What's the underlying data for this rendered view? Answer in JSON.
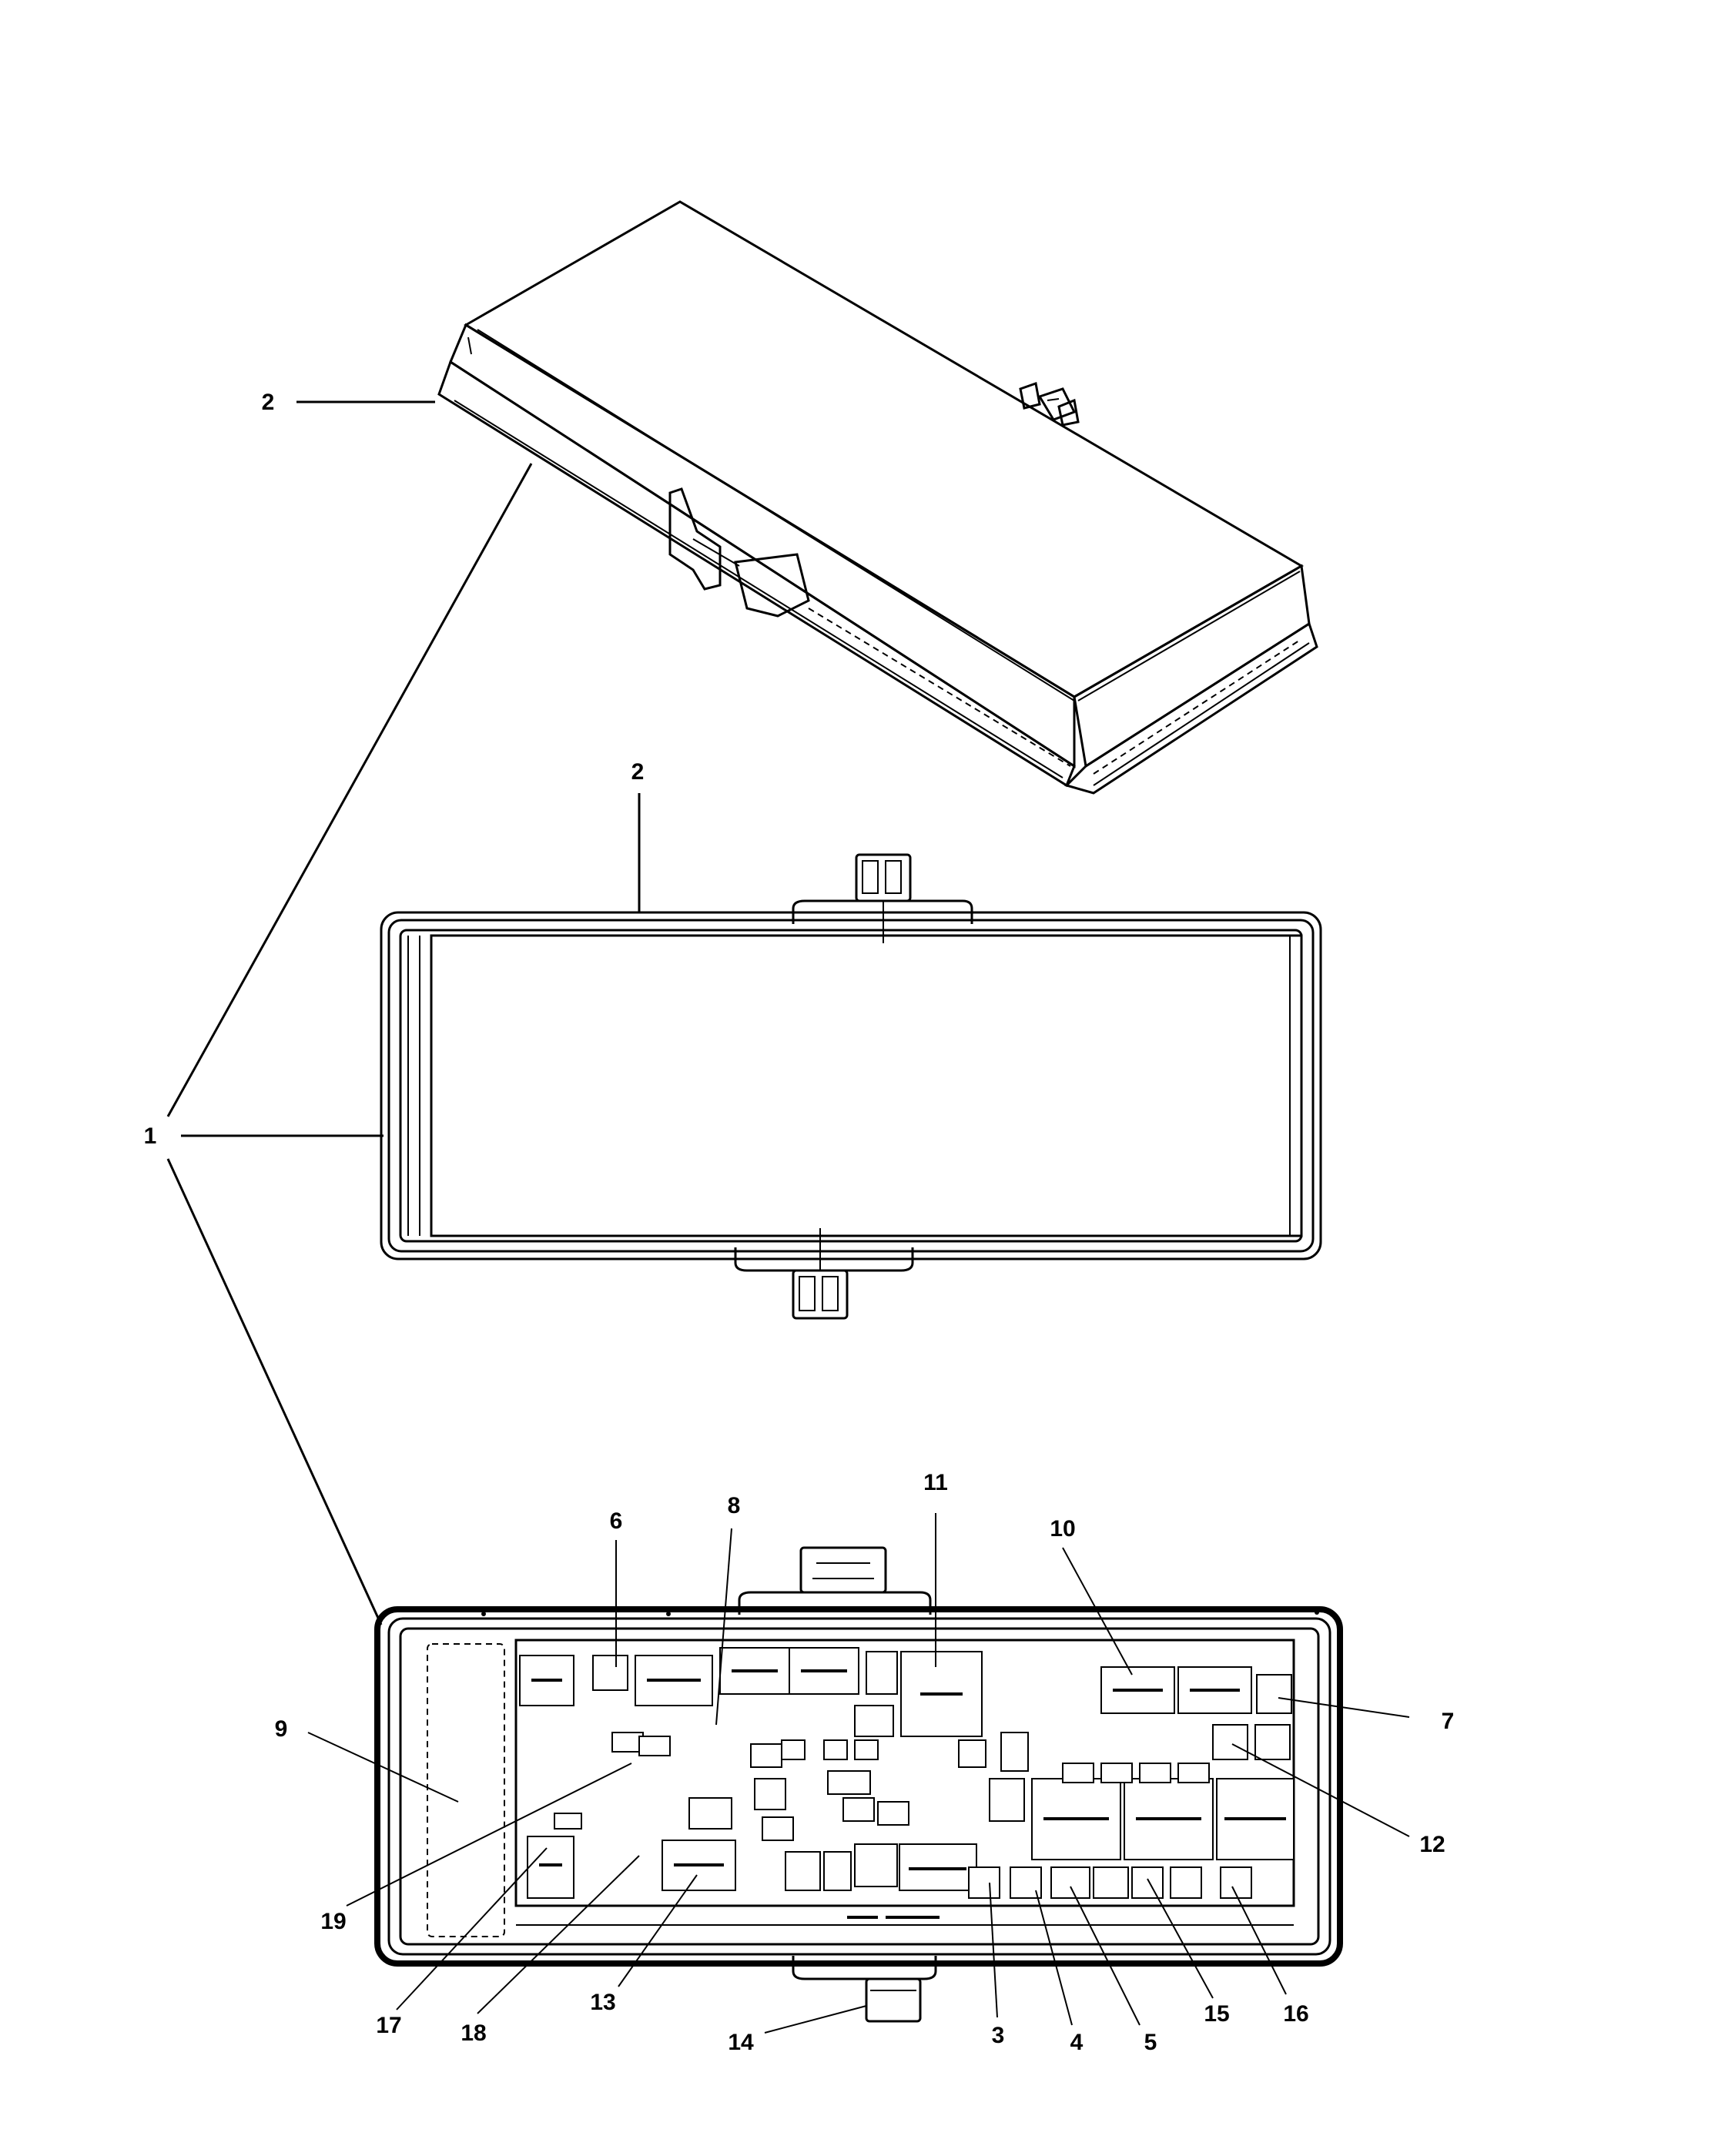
{
  "diagram": {
    "callouts": [
      {
        "id": "c1",
        "label": "1"
      },
      {
        "id": "c2a",
        "label": "2"
      },
      {
        "id": "c2b",
        "label": "2"
      },
      {
        "id": "c3",
        "label": "3"
      },
      {
        "id": "c4",
        "label": "4"
      },
      {
        "id": "c5",
        "label": "5"
      },
      {
        "id": "c6",
        "label": "6"
      },
      {
        "id": "c7",
        "label": "7"
      },
      {
        "id": "c8",
        "label": "8"
      },
      {
        "id": "c9",
        "label": "9"
      },
      {
        "id": "c10",
        "label": "10"
      },
      {
        "id": "c11",
        "label": "11"
      },
      {
        "id": "c12",
        "label": "12"
      },
      {
        "id": "c13",
        "label": "13"
      },
      {
        "id": "c14",
        "label": "14"
      },
      {
        "id": "c15",
        "label": "15"
      },
      {
        "id": "c16",
        "label": "16"
      },
      {
        "id": "c17",
        "label": "17"
      },
      {
        "id": "c18",
        "label": "18"
      },
      {
        "id": "c19",
        "label": "19"
      }
    ]
  }
}
